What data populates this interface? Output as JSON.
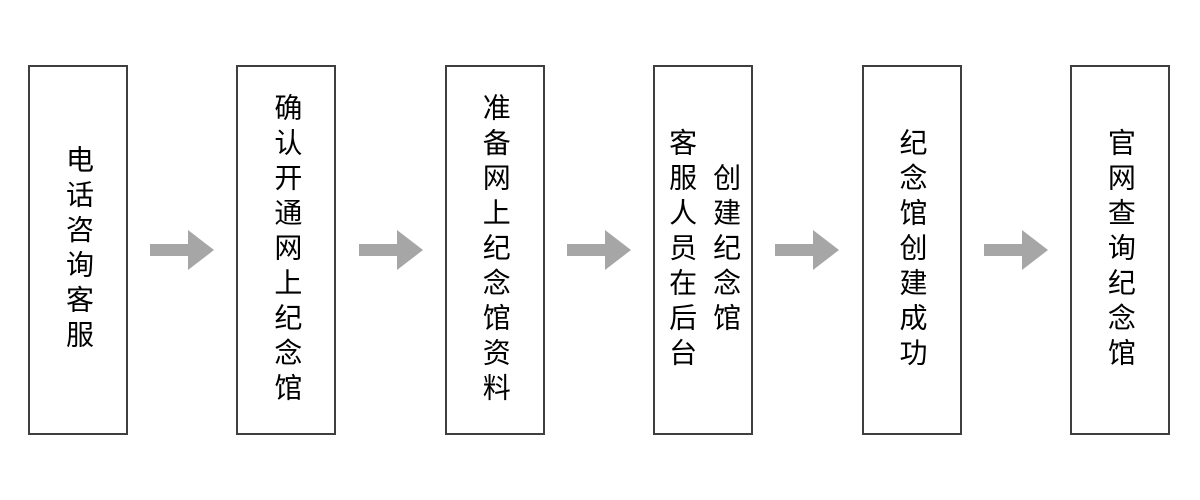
{
  "flow": {
    "type": "horizontal-flowchart",
    "connector": "arrow-right",
    "steps": [
      {
        "columns": [
          "电话咨询客服"
        ]
      },
      {
        "columns": [
          "确认开通网上纪念馆"
        ]
      },
      {
        "columns": [
          "准备网上纪念馆资料"
        ]
      },
      {
        "columns": [
          "客服人员在后台",
          "创建纪念馆"
        ]
      },
      {
        "columns": [
          "纪念馆创建成功"
        ]
      },
      {
        "columns": [
          "官网查询纪念馆"
        ]
      }
    ],
    "colors": {
      "box_border": "#3f3f3f",
      "box_fill": "#ffffff",
      "text": "#000000",
      "arrow": "#a6a6a6",
      "background": "#ffffff"
    }
  }
}
